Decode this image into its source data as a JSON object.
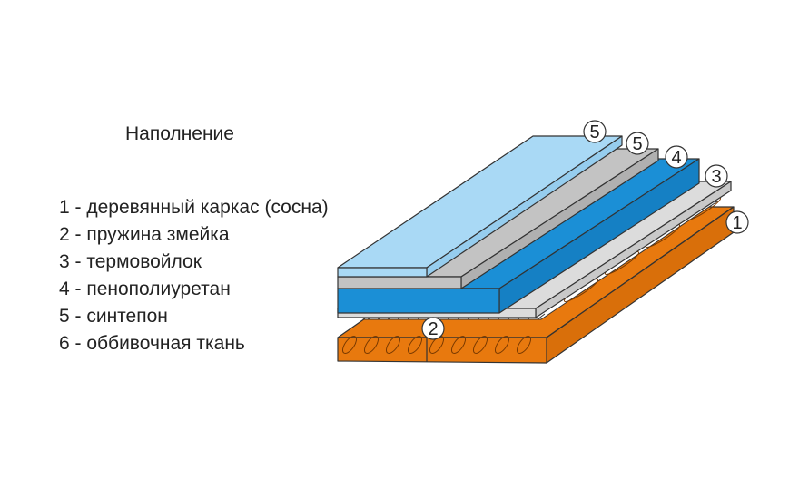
{
  "title": "Наполнение",
  "legend": [
    "1 - деревянный каркас (сосна)",
    "2 - пружина змейка",
    "3 - термовойлок",
    "4 - пенополиуретан",
    "5 - синтепон",
    "6 - оббивочная ткань"
  ],
  "callouts": {
    "c5a": "5",
    "c5b": "5",
    "c4": "4",
    "c3": "3",
    "c1": "1",
    "c2": "2"
  },
  "colors": {
    "wood": "#e8790e",
    "foam": "#1b8fd6",
    "fabric": "#a9d9f5",
    "synthepon": "#c3c3c3",
    "felt": "#dcdcdc"
  }
}
